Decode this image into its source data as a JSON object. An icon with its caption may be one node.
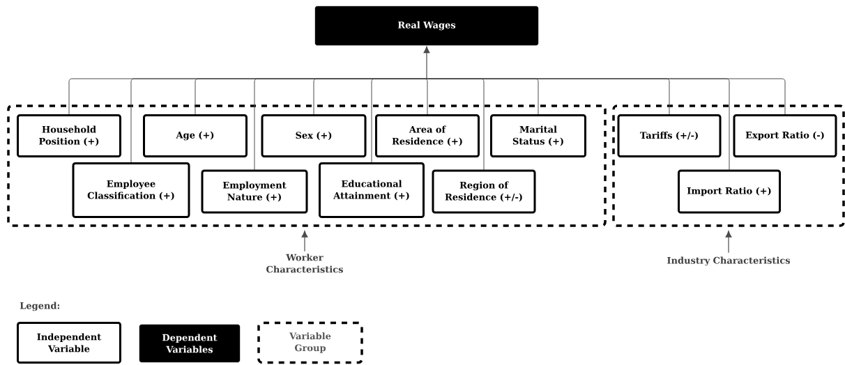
{
  "diagram": {
    "nodes": [
      {
        "text": [
          "Real Wages"
        ]
      },
      {
        "text": [],
        "shape": "box"
      },
      {
        "text": [
          "Household Position (+)"
        ],
        "in": 1
      },
      {
        "text": [
          "Age (+)"
        ],
        "in": 1
      },
      {
        "text": [
          "Sex (+)"
        ],
        "in": 1
      },
      {
        "text": [
          "Area of Residence (+)"
        ],
        "in": 1
      },
      {
        "text": [
          "Marital Status (+)"
        ],
        "in": 1
      },
      {
        "text": [
          "Employee Classification (+)"
        ],
        "in": 1
      },
      {
        "text": [
          "Employment Nature (+)"
        ],
        "in": 1
      },
      {
        "text": [
          "Educational Attainment (+)"
        ],
        "in": 1
      },
      {
        "text": [
          "Region of Residence (+/-)"
        ],
        "in": 1
      },
      {
        "text": [],
        "shape": "box"
      },
      {
        "text": [
          "Tariffs (+/-)"
        ],
        "in": 11
      },
      {
        "text": [
          "Export Ratio (-)"
        ],
        "in": 11
      },
      {
        "text": [
          "Import Ratio (+)"
        ],
        "in": 11
      },
      {
        "text": [
          "Worker Characteristics"
        ]
      },
      {
        "text": [
          "Industry Characteristics"
        ]
      }
    ],
    "edges": [
      {
        "from": 2,
        "to": 0,
        "arrow": "to"
      },
      {
        "from": 7,
        "to": 0,
        "arrow": "to"
      },
      {
        "from": 3,
        "to": 0,
        "arrow": "to"
      },
      {
        "from": 8,
        "to": 0,
        "arrow": "to"
      },
      {
        "from": 4,
        "to": 0,
        "arrow": "to"
      },
      {
        "from": 9,
        "to": 0,
        "arrow": "to"
      },
      {
        "from": 5,
        "to": 0,
        "arrow": "to"
      },
      {
        "from": 10,
        "to": 0,
        "arrow": "to"
      },
      {
        "from": 6,
        "to": 0,
        "arrow": "to"
      },
      {
        "from": 12,
        "to": 0,
        "arrow": "to"
      },
      {
        "from": 14,
        "to": 0,
        "arrow": "to"
      },
      {
        "from": 13,
        "to": 0,
        "arrow": "to"
      },
      {
        "from": 15,
        "to": 1,
        "arrow": "to"
      },
      {
        "from": 16,
        "to": 11,
        "arrow": "to"
      }
    ],
    "labels": [
      "Legend:"
    ],
    "legend": [
      {
        "text": "Independent Variable"
      },
      {
        "text": "Dependent Variables"
      },
      {
        "text": "Variable Group"
      }
    ]
  }
}
